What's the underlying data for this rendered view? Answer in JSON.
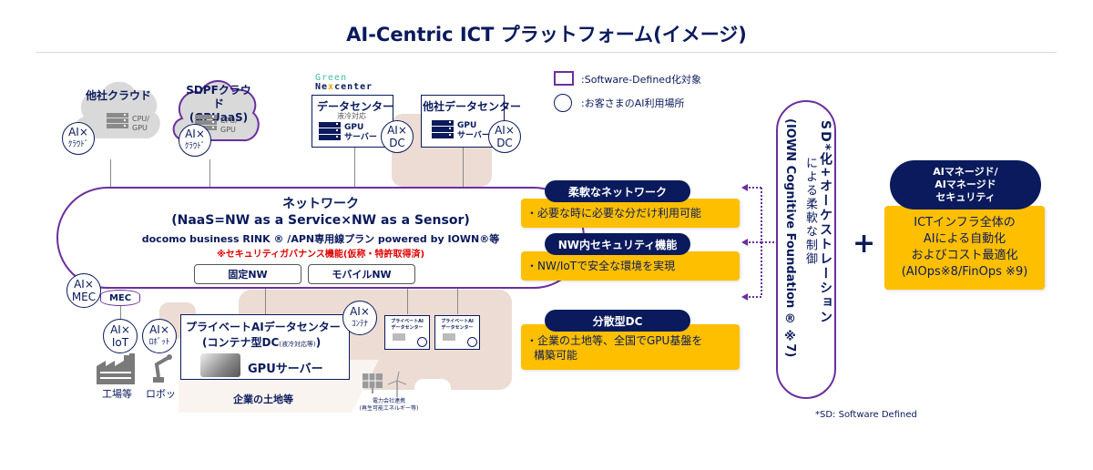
{
  "title": "AI-Centric ICT プラットフォーム(イメージ)",
  "legend": {
    "software_defined": ":Software-Defined化対象",
    "ai_usage_place": ":お客さまのAI利用場所"
  },
  "clouds": [
    {
      "title": "他社クラウド",
      "server_label_1": "CPU/",
      "server_label_2": "GPU",
      "ai_1": "AI×",
      "ai_2": "ｸﾗｳﾄﾞ"
    },
    {
      "title_1": "SDPFクラウド",
      "title_2": "(GPUaaS)",
      "server_label_1": "CPU/",
      "server_label_2": "GPU",
      "ai_1": "AI×",
      "ai_2": "ｸﾗｳﾄﾞ"
    }
  ],
  "green_nexcenter": {
    "line1": "Green",
    "line2_a": "Ne",
    "line2_x": "x",
    "line2_b": "center"
  },
  "datacenters": [
    {
      "title": "データセンター",
      "sub": "液冷対応",
      "gpu_1": "GPU",
      "gpu_2": "サーバー",
      "ai_1": "AI×",
      "ai_2": "DC"
    },
    {
      "title": "他社データセンター",
      "gpu_1": "GPU",
      "gpu_2": "サーバー",
      "ai_1": "AI×",
      "ai_2": "DC"
    }
  ],
  "network": {
    "title": "ネットワーク",
    "line2": "(NaaS=NW as a Service×NW as a Sensor)",
    "line3": "docomo business RINK ® /APN専用線プラン powered by IOWN®等",
    "note": "※セキュリティガバナンス機能(仮称・特許取得済)",
    "fixed_nw": "固定NW",
    "mobile_nw": "モバイルNW"
  },
  "mec": {
    "label": "MEC",
    "ai_1": "AI×",
    "ai_2": "MEC"
  },
  "edge": [
    {
      "ai_1": "AI×",
      "ai_2": "IoT",
      "label": "工場等"
    },
    {
      "ai_1": "AI×",
      "ai_2": "ﾛﾎﾞｯﾄ",
      "label": "ロボット"
    }
  ],
  "private_dc": {
    "title": "プライベートAIデータセンター",
    "sub_a": "(コンテナ型DC",
    "sub_small": "(液冷対応等)",
    "sub_b": ")",
    "gpu": "GPUサーバー",
    "ai_1": "AI×",
    "ai_2": "ｺﾝﾃﾅ",
    "land_label": "企業の土地等",
    "mini_1": "プライベートAI",
    "mini_2": "データセンター"
  },
  "power": {
    "line1": "電力会社連携",
    "line2": "(再生可能エネルギー等)"
  },
  "features": [
    {
      "title": "柔軟なネットワーク",
      "body": "・必要な時に必要な分だけ利用可能"
    },
    {
      "title": "NW内セキュリティ機能",
      "body": "・NW/IoTで安全な環境を実現"
    },
    {
      "title": "分散型DC",
      "body_1": "・企業の土地等、全国でGPU基盤を",
      "body_2": "構築可能"
    }
  ],
  "sd_control": {
    "main": "SD*化+オーケストレーション",
    "sub": "による柔軟な制御",
    "foundation": "(IOWN Cognitive Foundation ® ※7)"
  },
  "plus_sign": "+",
  "ai_managed": {
    "title_1": "AIマネージド/",
    "title_2": "AIマネージド",
    "title_3": "セキュリティ",
    "body_1": "ICTインフラ全体の",
    "body_2": "AIによる自動化",
    "body_3": "およびコスト最適化",
    "body_4": "(AIOps※8/FinOps ※9)"
  },
  "footnote": "*SD: Software Defined",
  "colors": {
    "navy": "#0a1a5c",
    "purple": "#6b2fa0",
    "yellow": "#fdbf00",
    "land": "#ecdcd4"
  }
}
